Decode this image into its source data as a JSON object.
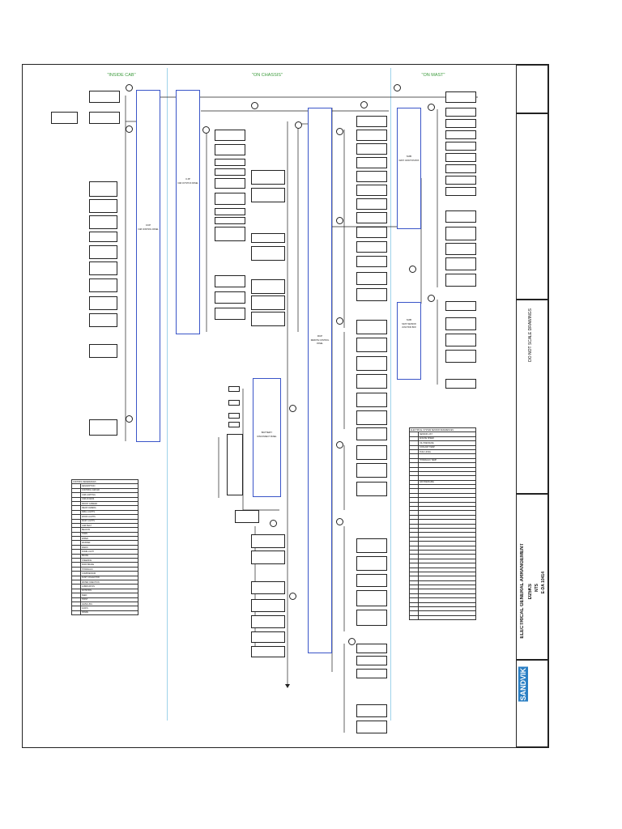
{
  "zones": [
    "\"INSIDE CAB\"",
    "\"ON CHASSIS\"",
    "\"ON MAST\""
  ],
  "modules": {
    "ccp": {
      "name": "CCP",
      "desc": "CAB CONTROL PANEL"
    },
    "cjp": {
      "name": "CJP",
      "desc": "CAB JOYSTICK PANEL"
    },
    "rcp": {
      "name": "RCP",
      "desc": "REMOTE CONTROL PANEL"
    },
    "mjb": {
      "name": "MJB",
      "desc": "MAST JUNCTION BOX"
    },
    "mjb2": {
      "name": "MJB",
      "desc": "MAST SENSOR JUNCTION BOX"
    },
    "battery": {
      "name": "BATTERY",
      "desc": "DISCONNECT PANEL"
    }
  },
  "table_left": {
    "header": "CONTROL REFERENCES",
    "rows": [
      "DESCRIPTION",
      "CONTROL CAB AIR",
      "CAB LIGHTING",
      "CAB ACCESS",
      "FRONT CAMERA",
      "REAR CAMERA",
      "DRILL LIGHTS",
      "WORK LIGHTS",
      "MAST LIGHTS",
      "CAB HEAT",
      "BEACON",
      "HORN",
      "WIPER",
      "WASHER",
      "RADIO",
      "DOME LIGHT",
      "BRAKE",
      "STEERING",
      "PARK BRAKE",
      "HYDRAULIC",
      "COMPRESSOR",
      "DUST COLLECTOR",
      "WATER INJECTION",
      "LUBRICATION",
      "ROTATION",
      "FEED",
      "HOIST",
      "LEVELLING",
      "JACKS",
      "SPARE"
    ]
  },
  "table_right": {
    "header": "ELECTRICAL SYSTEM SENSOR REFERENCES",
    "rows": [
      "SENSOR LIST",
      "ENGINE SPEED",
      "OIL PRESSURE",
      "COOLANT TEMP",
      "FUEL LEVEL",
      "",
      "HYDRAULIC TEMP",
      "",
      "",
      "",
      "",
      "AIR PRESSURE",
      "",
      "",
      "",
      "",
      "",
      "",
      "",
      "",
      "",
      "",
      "",
      "",
      "",
      "",
      "",
      "",
      "",
      "",
      "",
      "",
      "",
      "",
      "",
      "",
      "",
      "",
      "",
      "",
      "",
      "",
      ""
    ]
  },
  "titleblock": {
    "brand": "SANDVIK",
    "dwg_title": "ELECTRICAL GENERAL ARRANGEMENT",
    "model": "D25KS",
    "scale": "NTS",
    "dwg_no": "E-DA 10414",
    "warning": "DO NOT SCALE DRAWINGS"
  }
}
